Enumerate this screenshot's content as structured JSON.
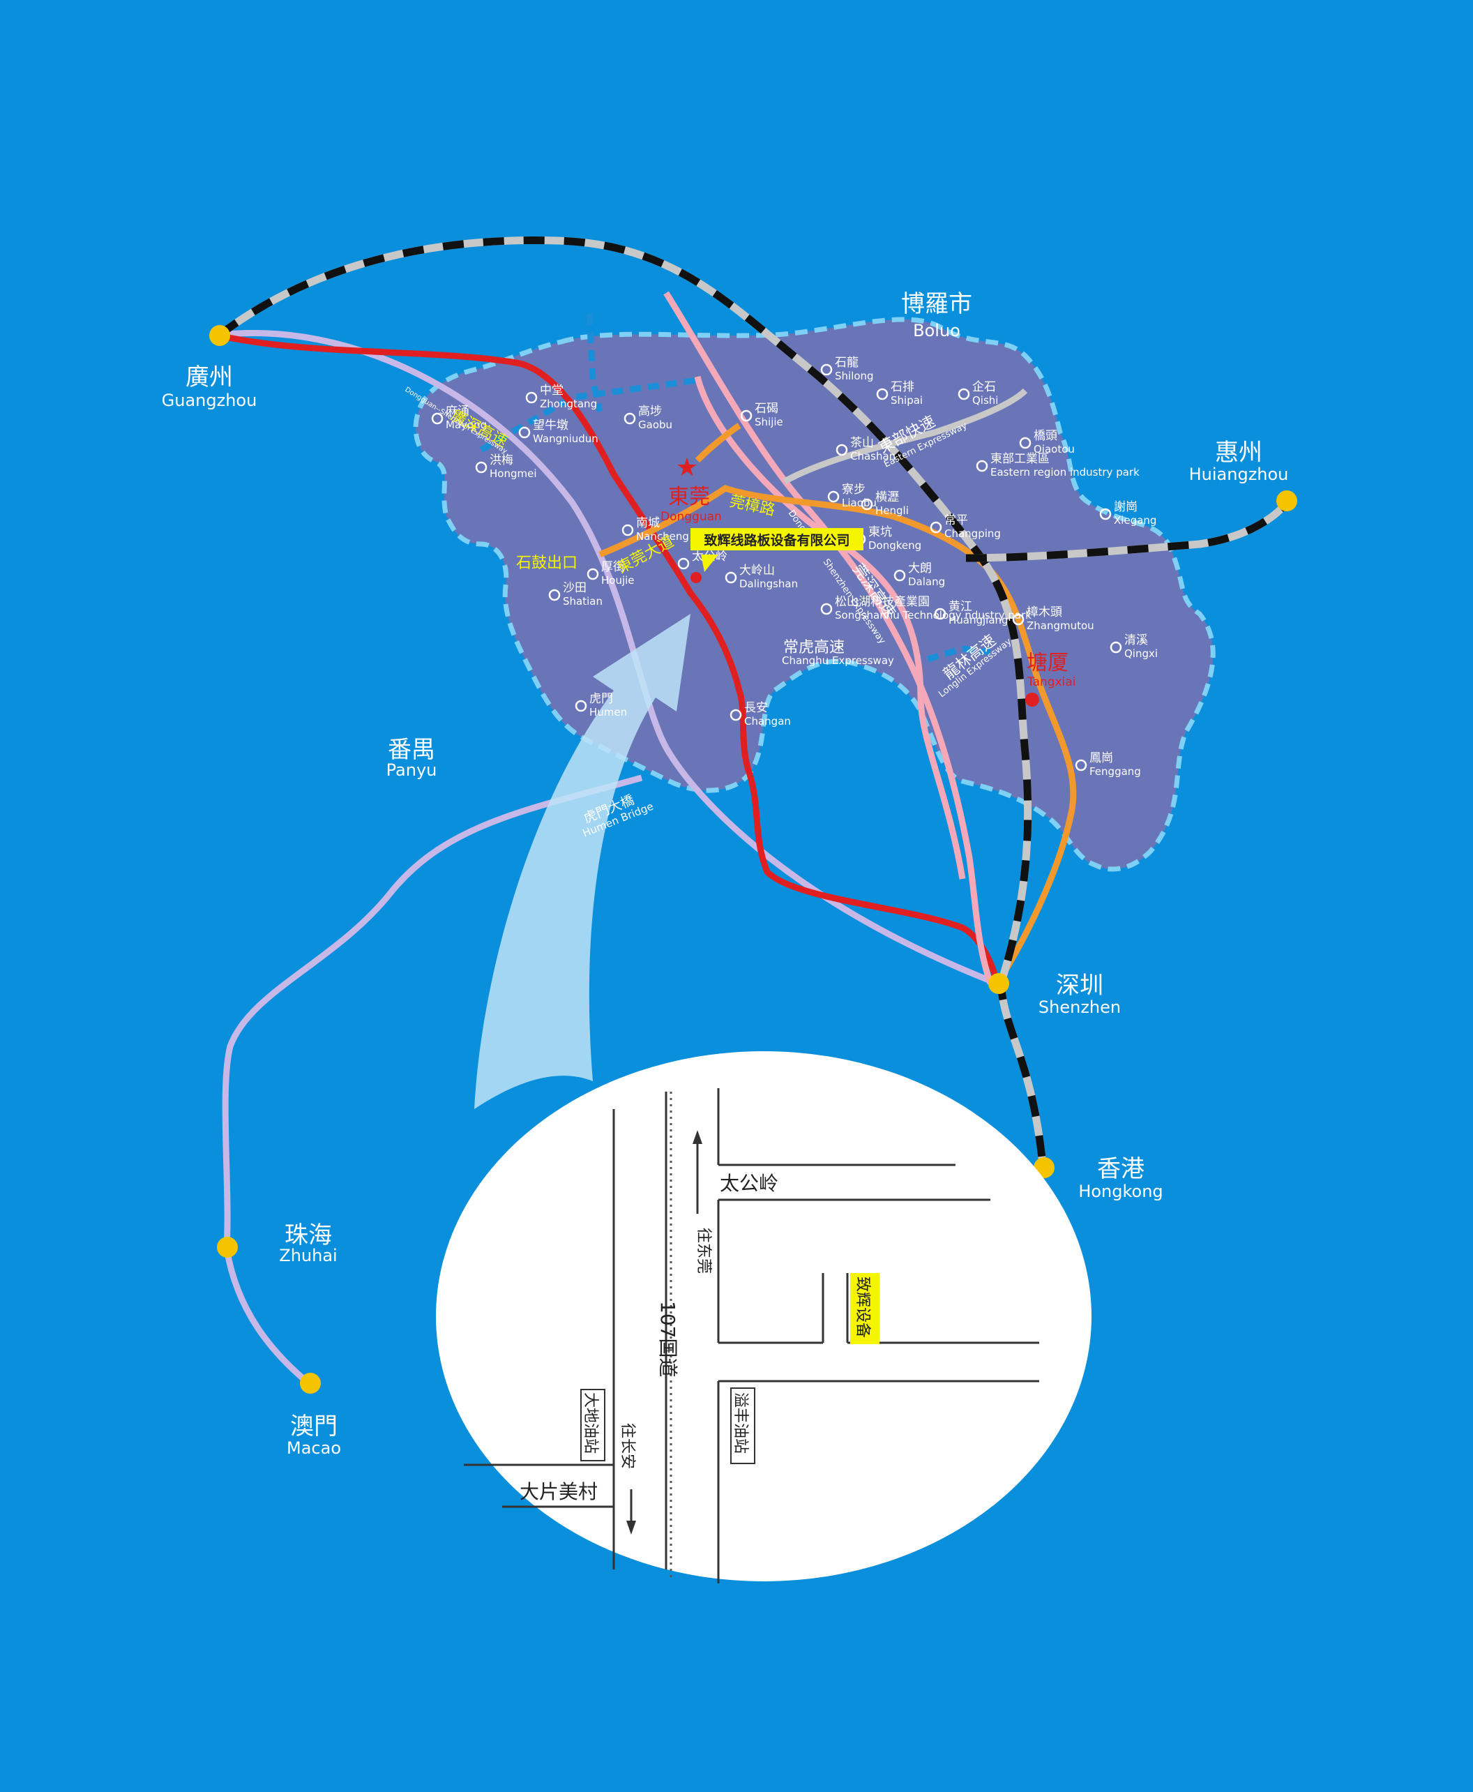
{
  "cities": [
    {
      "id": "guangzhou",
      "cn": "廣州",
      "en": "Guangzhou"
    },
    {
      "id": "huizhou",
      "cn": "惠州",
      "en": "Huiangzhou"
    },
    {
      "id": "boluo",
      "cn": "博羅市",
      "en": "Boluo"
    },
    {
      "id": "shenzhen",
      "cn": "深圳",
      "en": "Shenzhen"
    },
    {
      "id": "hongkong",
      "cn": "香港",
      "en": "Hongkong"
    },
    {
      "id": "panyu",
      "cn": "番禺",
      "en": "Panyu"
    },
    {
      "id": "zhuhai",
      "cn": "珠海",
      "en": "Zhuhai"
    },
    {
      "id": "macao",
      "cn": "澳門",
      "en": "Macao"
    }
  ],
  "towns": [
    {
      "cn": "中堂",
      "en": "Zhongtang"
    },
    {
      "cn": "高埗",
      "en": "Gaobu"
    },
    {
      "cn": "石碣",
      "en": "Shijie"
    },
    {
      "cn": "石龍",
      "en": "Shilong"
    },
    {
      "cn": "石排",
      "en": "Shipai"
    },
    {
      "cn": "企石",
      "en": "Qishi"
    },
    {
      "cn": "麻涌",
      "en": "Mayong"
    },
    {
      "cn": "望牛墩",
      "en": "Wangniudun"
    },
    {
      "cn": "洪梅",
      "en": "Hongmei"
    },
    {
      "cn": "茶山",
      "en": "Chashan"
    },
    {
      "cn": "橋頭",
      "en": "Qiaotou"
    },
    {
      "cn": "東部工業區",
      "en": "Eastern region industry park"
    },
    {
      "cn": "寮步",
      "en": "Liaobu"
    },
    {
      "cn": "横瀝",
      "en": "Hengli"
    },
    {
      "cn": "謝崗",
      "en": "Xiegang"
    },
    {
      "cn": "常平",
      "en": "Changping"
    },
    {
      "cn": "南城",
      "en": "Nancheng"
    },
    {
      "cn": "東坑",
      "en": "Dongkeng"
    },
    {
      "cn": "厚街",
      "en": "Houjie"
    },
    {
      "cn": "沙田",
      "en": "Shatian"
    },
    {
      "cn": "太公岭",
      "en": ""
    },
    {
      "cn": "大岭山",
      "en": "Dalingshan"
    },
    {
      "cn": "大朗",
      "en": "Dalang"
    },
    {
      "cn": "黄江",
      "en": "Huangjiang"
    },
    {
      "cn": "樟木頭",
      "en": "Zhangmutou"
    },
    {
      "cn": "松山湖科技產業園",
      "en": "Songshanhu Technology ndustry park"
    },
    {
      "cn": "清溪",
      "en": "Qingxi"
    },
    {
      "cn": "虎門",
      "en": "Humen"
    },
    {
      "cn": "長安",
      "en": "Changan"
    },
    {
      "cn": "鳳崗",
      "en": "Fenggang"
    }
  ],
  "highlights": {
    "dongguan_cn": "東莞",
    "dongguan_en": "Dongguan",
    "tangxia_cn": "塘厦",
    "tangxia_en": "Tangxiai",
    "company": "致辉线路板设备有限公司"
  },
  "roads": {
    "guangshen_cn": "廣深高速",
    "guangshen_en": "Dongguan--Shenzhen Expressway",
    "dongguan_avenue": "東莞大道",
    "guanzhang": "莞樟路",
    "shigu_exit": "石鼓出口",
    "eastern_cn": "東部快速",
    "eastern_en": "Eastern Expressway",
    "guanshen_cn": "莞深高速",
    "guanshen_en": "Shenzhen Expressway",
    "guanshen_en_prefix": "Dong",
    "changhu_cn": "常虎高速",
    "changhu_en": "Changhu Expressway",
    "longlin_cn": "龍林高速",
    "longlin_en": "Longlin Expressway",
    "humen_bridge_cn": "虎門大橋",
    "humen_bridge_en": "Humen Bridge"
  },
  "inset": {
    "taigongling": "太公岭",
    "to_dongguan": "往东莞",
    "national_road": "107国道",
    "zhihui": "致辉设备",
    "yifeng_station": "溢丰油站",
    "dadi_station": "大地油站",
    "to_changan": "往长安",
    "dapianmei": "大片美村"
  },
  "colors": {
    "sea": "#0a8fdc",
    "land": "#6a75b8",
    "red_road": "#e02020",
    "orange_road": "#f2992e",
    "pink_road": "#f4a8b8",
    "lavender_road": "#c8b8e8",
    "company_bg": "#f5f500"
  }
}
